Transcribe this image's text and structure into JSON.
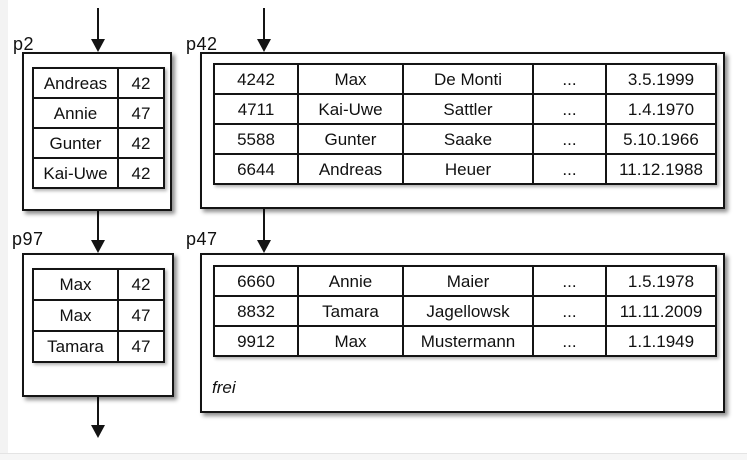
{
  "colors": {
    "ink": "#141414",
    "page_fill": "#ffffff",
    "canvas_background": "#ffffff",
    "margin_gray": "#f3f3f3"
  },
  "pages": {
    "p2": {
      "label": "p2",
      "rows": [
        [
          "Andreas",
          "42"
        ],
        [
          "Annie",
          "47"
        ],
        [
          "Gunter",
          "42"
        ],
        [
          "Kai-Uwe",
          "42"
        ]
      ]
    },
    "p42": {
      "label": "p42",
      "rows": [
        [
          "4242",
          "Max",
          "De Monti",
          "...",
          "3.5.1999"
        ],
        [
          "4711",
          "Kai-Uwe",
          "Sattler",
          "...",
          "1.4.1970"
        ],
        [
          "5588",
          "Gunter",
          "Saake",
          "...",
          "5.10.1966"
        ],
        [
          "6644",
          "Andreas",
          "Heuer",
          "...",
          "11.12.1988"
        ]
      ]
    },
    "p97": {
      "label": "p97",
      "rows": [
        [
          "Max",
          "42"
        ],
        [
          "Max",
          "47"
        ],
        [
          "Tamara",
          "47"
        ]
      ]
    },
    "p47": {
      "label": "p47",
      "rows": [
        [
          "6660",
          "Annie",
          "Maier",
          "...",
          "1.5.1978"
        ],
        [
          "8832",
          "Tamara",
          "Jagellowsk",
          "...",
          "11.11.2009"
        ],
        [
          "9912",
          "Max",
          "Mustermann",
          "...",
          "1.1.1949"
        ]
      ],
      "free_label": "frei"
    }
  }
}
